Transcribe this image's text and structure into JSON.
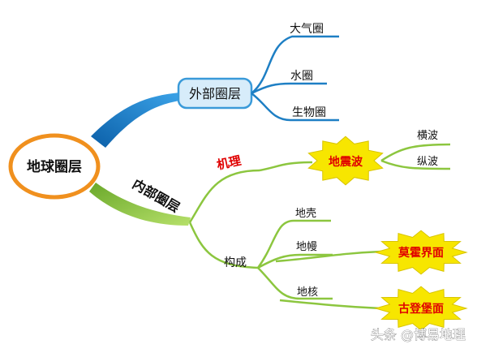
{
  "root": {
    "label": "地球圈层",
    "ring_color": "#f0901e"
  },
  "outer": {
    "label": "外部圈层",
    "branch_color": "#1e7fc4",
    "box_fill": "#d7ecfa",
    "box_stroke": "#3a9ad9",
    "items": [
      {
        "label": "大气圈"
      },
      {
        "label": "水圈"
      },
      {
        "label": "生物圈"
      }
    ]
  },
  "inner": {
    "label": "内部圈层",
    "branch_color": "#8cc63f",
    "mechanism": {
      "label": "机理",
      "label_color": "#e00000",
      "node": {
        "label": "地震波",
        "burst_color": "#f7e600"
      },
      "waves": [
        {
          "label": "横波"
        },
        {
          "label": "纵波"
        }
      ]
    },
    "structure": {
      "label": "构成",
      "items": [
        {
          "label": "地壳"
        },
        {
          "label": "地幔"
        },
        {
          "label": "地核"
        }
      ],
      "boundaries": [
        {
          "label": "莫霍界面",
          "burst_color": "#f7e600"
        },
        {
          "label": "古登堡面",
          "burst_color": "#f7e600"
        }
      ]
    }
  },
  "watermark": {
    "label": "头条 @博易地理"
  }
}
